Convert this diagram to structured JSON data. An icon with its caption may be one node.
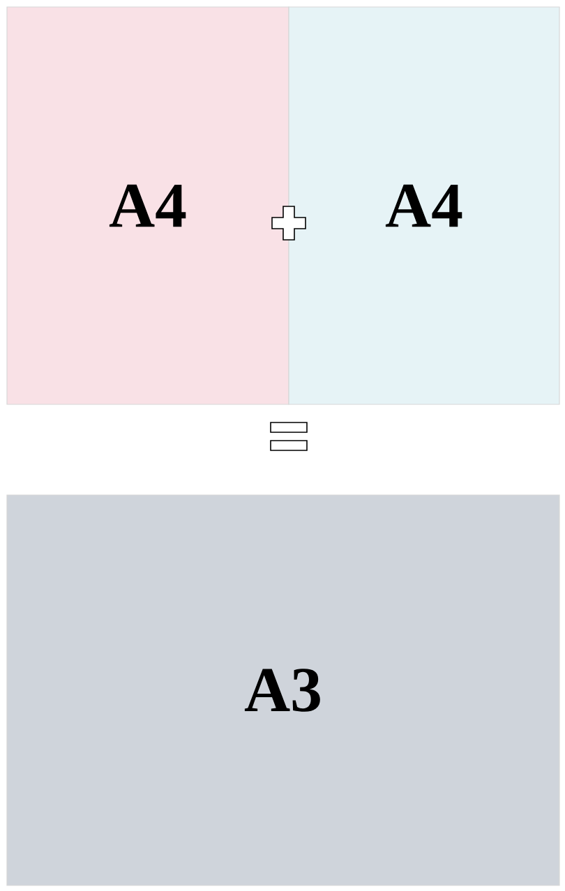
{
  "diagram": {
    "nodes": [
      {
        "text": [
          "A4"
        ]
      },
      {
        "text": [
          "A4"
        ]
      },
      {
        "text": [
          "A3"
        ]
      }
    ]
  }
}
